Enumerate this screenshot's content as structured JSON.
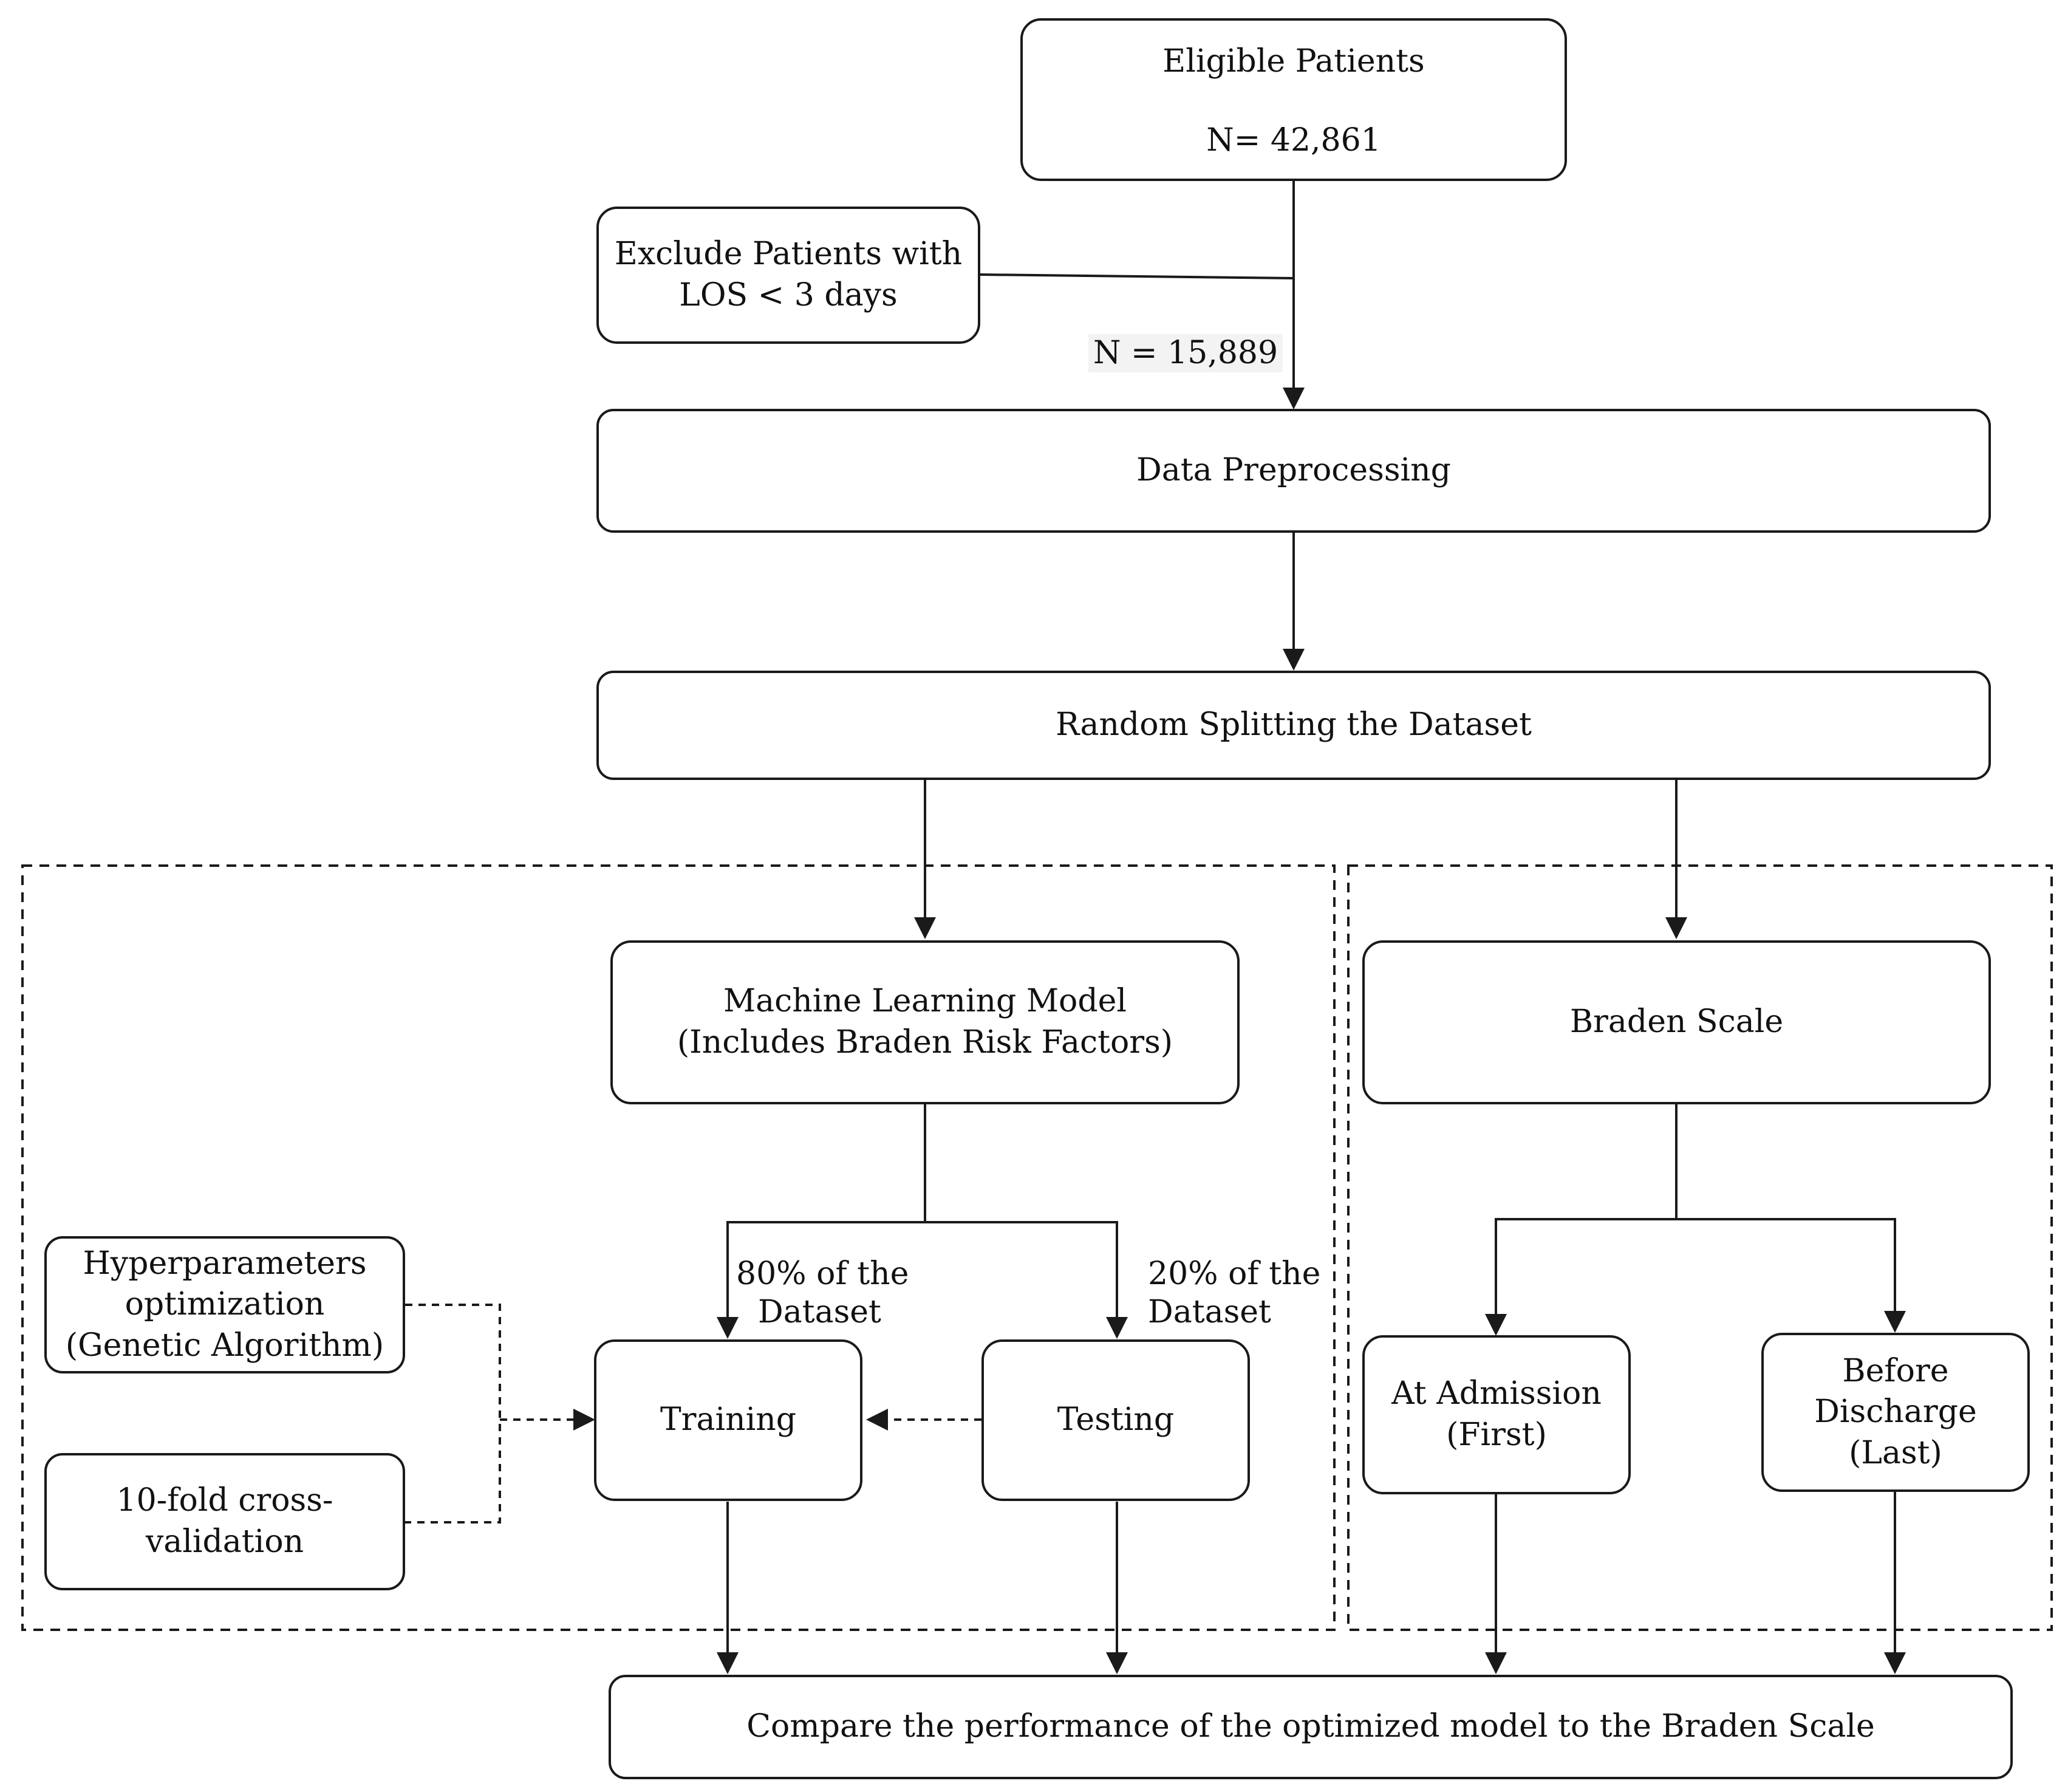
{
  "nodes": {
    "eligible": {
      "title": "Eligible Patients",
      "count": "N= 42,861"
    },
    "exclude": {
      "line1": "Exclude Patients with",
      "line2": "LOS < 3 days"
    },
    "preprocessing": {
      "label": "Data Preprocessing"
    },
    "splitting": {
      "label": "Random Splitting the Dataset"
    },
    "ml_model": {
      "line1": "Machine Learning Model",
      "line2": "(Includes Braden Risk Factors)"
    },
    "braden_scale": {
      "label": "Braden Scale"
    },
    "hyperparams": {
      "line1": "Hyperparameters",
      "line2": "optimization",
      "line3": "(Genetic Algorithm)"
    },
    "crossval": {
      "label": "10-fold cross-validation"
    },
    "training": {
      "label": "Training"
    },
    "testing": {
      "label": "Testing"
    },
    "admission": {
      "line1": "At Admission",
      "line2": "(First)"
    },
    "discharge": {
      "line1": "Before Discharge",
      "line2": "(Last)"
    },
    "compare": {
      "label": "Compare the performance of the optimized model to the Braden Scale"
    }
  },
  "edge_labels": {
    "after_exclusion": "N = 15,889",
    "train_split_line1": "80% of the",
    "train_split_line2": "Dataset",
    "test_split_line1": "20% of the",
    "test_split_line2": "Dataset"
  }
}
